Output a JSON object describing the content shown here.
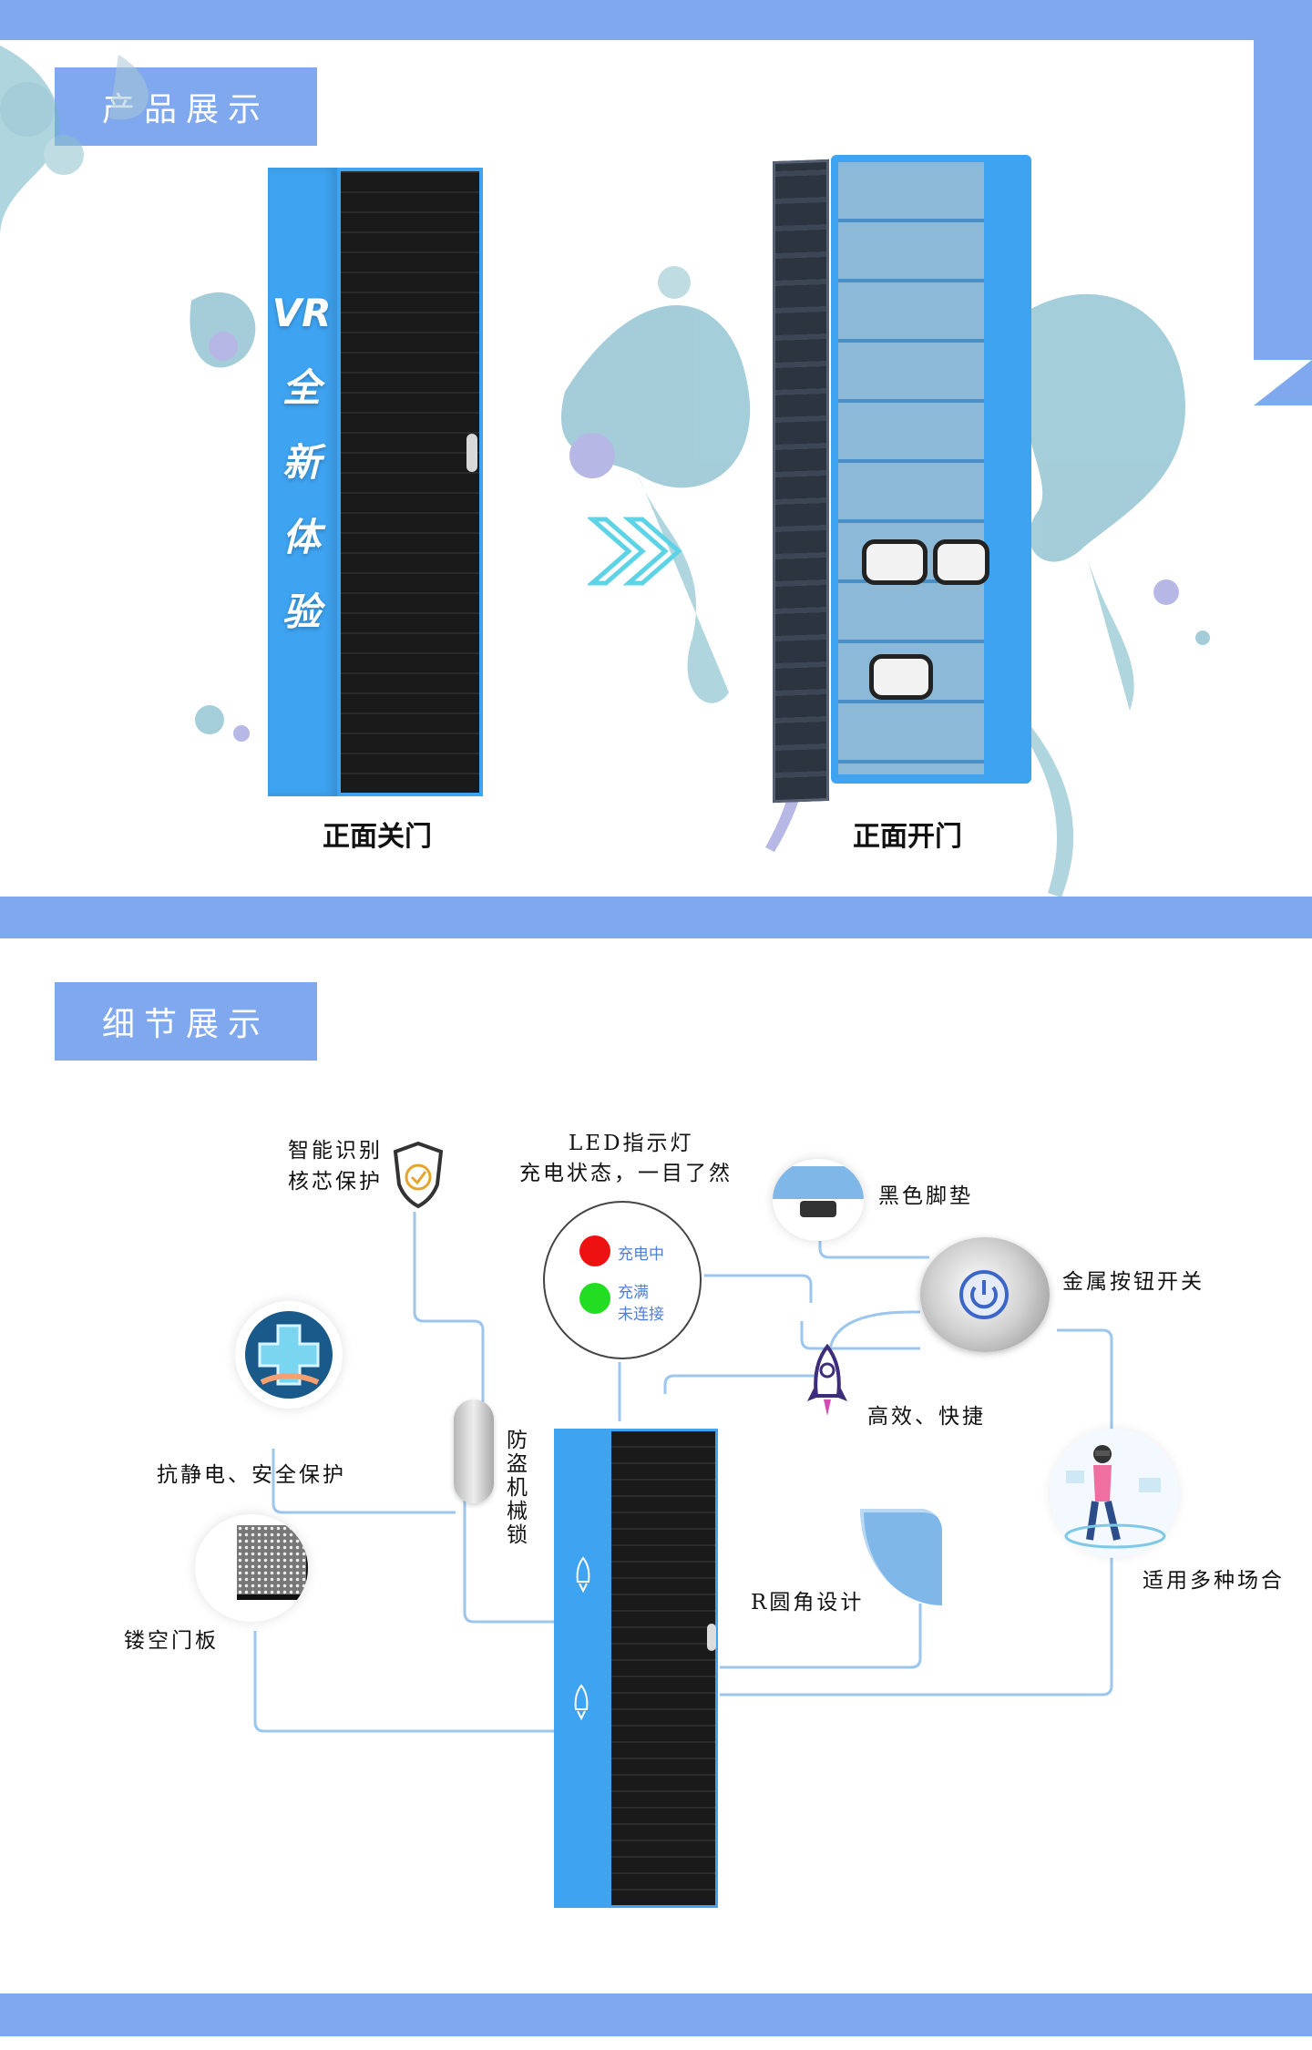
{
  "sections": {
    "product_display": "产品展示",
    "detail_display": "细节展示"
  },
  "product": {
    "slogan": [
      "VR",
      "全",
      "新",
      "体",
      "验"
    ],
    "caption_closed": "正面关门",
    "caption_open": "正面开门"
  },
  "details": {
    "smart_protect": [
      "智能识别",
      "核芯保护"
    ],
    "led_title": [
      "LED指示灯",
      "充电状态，一目了然"
    ],
    "led_charging": "充电中",
    "led_full": [
      "充满",
      "未连接"
    ],
    "black_pad": "黑色脚垫",
    "metal_button": "金属按钮开关",
    "efficient": "高效、快捷",
    "antistatic": "抗静电、安全保护",
    "anti_theft_lock": [
      "防",
      "盗",
      "机",
      "械",
      "锁"
    ],
    "applicable": "适用多种场合",
    "hollow_door": "镂空门板",
    "r_corner": "R圆角设计"
  },
  "colors": {
    "accent": "#7fa8ee",
    "cabinet_blue": "#3ea3f0",
    "cabinet_black": "#1a1a1a",
    "line_blue": "#9dc6ee",
    "led_red": "#ee1111",
    "led_green": "#22dd22"
  }
}
